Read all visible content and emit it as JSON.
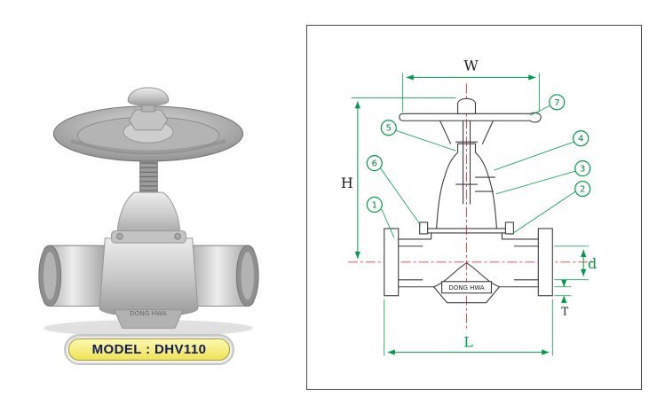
{
  "product": {
    "model_label": "MODEL : DHV110"
  },
  "photo": {
    "marking": "DONG HWA"
  },
  "drawing": {
    "brand": "DONG HWA",
    "dims": {
      "width": "W",
      "height": "H",
      "length": "L",
      "bore": "d",
      "thickness": "T"
    },
    "callouts": [
      "1",
      "2",
      "3",
      "4",
      "5",
      "6",
      "7"
    ]
  },
  "colors": {
    "dimension_green": "#009b48",
    "centerline_red": "#e23b3b",
    "badge_yellow": "#efe354",
    "badge_text_navy": "#121a5e"
  }
}
